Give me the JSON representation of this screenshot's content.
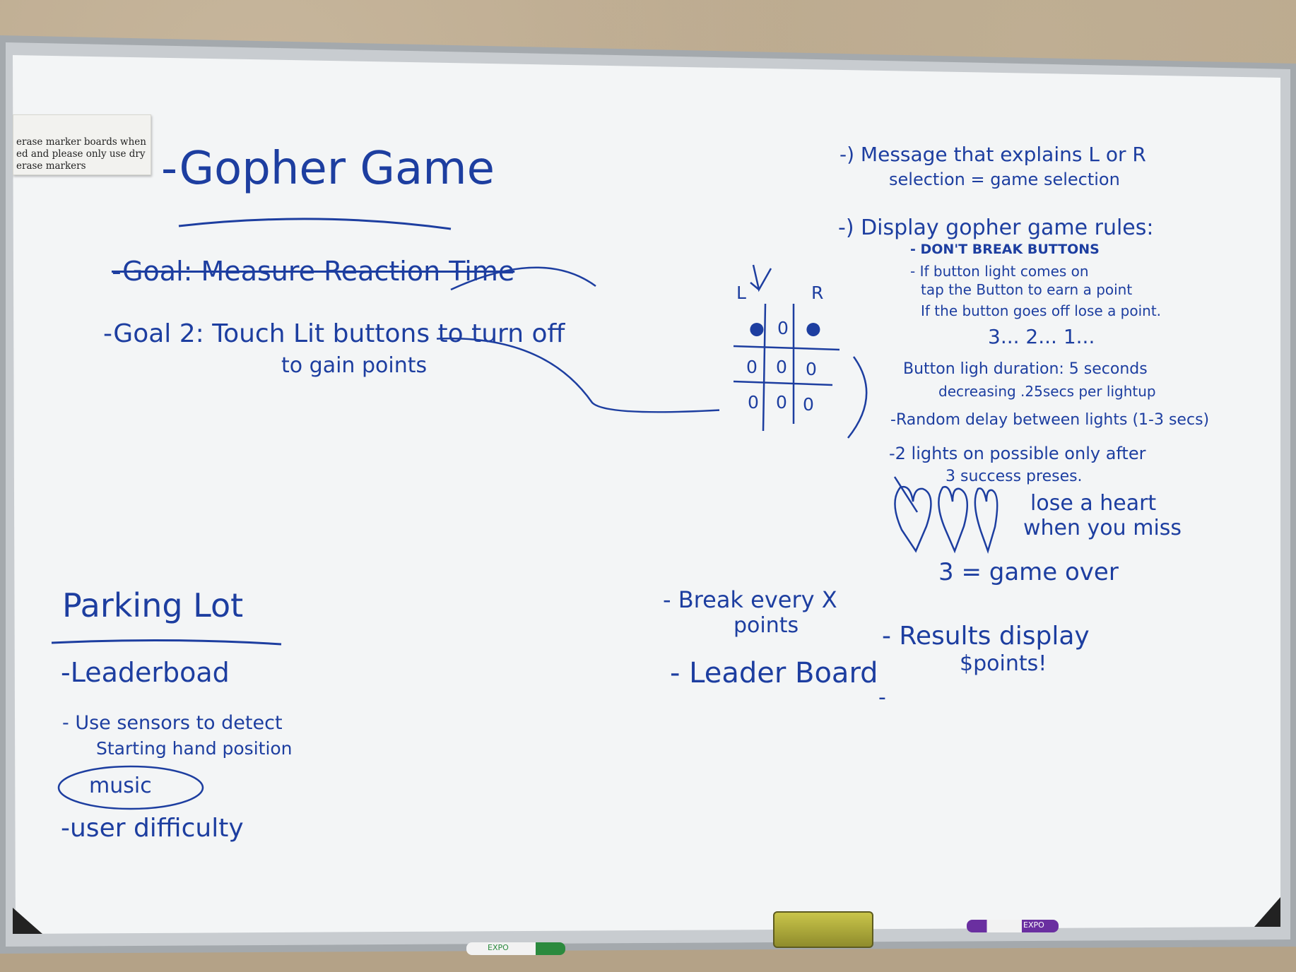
{
  "notice": {
    "lines": [
      "erase marker boards when",
      "ed and please only use dry",
      "erase markers"
    ]
  },
  "left": {
    "title": "-Gopher Game",
    "goal1": "-Goal: Measure Reaction Time",
    "goal2_line1": "-Goal 2: Touch Lit buttons to turn off",
    "goal2_line2": "to gain points"
  },
  "grid": {
    "label_l": "L",
    "label_r": "R",
    "cells": [
      "●",
      "0",
      "●",
      "0",
      "0",
      "0",
      "0",
      "0",
      "0"
    ]
  },
  "parking_lot": {
    "title": "Parking Lot",
    "items": [
      "-Leaderboad",
      "- Use sensors to detect",
      "Starting hand position",
      "music",
      "-user difficulty"
    ]
  },
  "middle": {
    "break_line1": "- Break every X",
    "break_line2": "points",
    "leaderboard": "- Leader Board"
  },
  "right": {
    "msg_line1": "-) Message that explains L or R",
    "msg_line2": "selection = game selection",
    "display_line": "-) Display gopher game rules:",
    "rules": [
      "- DON'T BREAK BUTTONS",
      "- If button light comes on",
      "tap the Button to earn a point",
      "If the button goes off lose a point.",
      "3... 2... 1..."
    ],
    "timing": [
      "Button ligh duration: 5 seconds",
      "decreasing .25secs per lightup",
      "-Random delay between lights (1-3 secs)",
      "-2 lights on possible only after",
      "3 success preses."
    ],
    "hearts_line1": "lose a heart",
    "hearts_line2": "when you miss",
    "game_over": "3 = game over",
    "results_line1": "- Results display",
    "results_line2": "$points!",
    "dash": "-"
  },
  "colors": {
    "ink": "#1d3ea0",
    "board": "#f4f6f7",
    "frame": "#9a9fa4",
    "wall": "#b9a88e"
  },
  "tray_items": {
    "marker_left_label": "EXPO",
    "marker_right_label": "EXPO"
  }
}
